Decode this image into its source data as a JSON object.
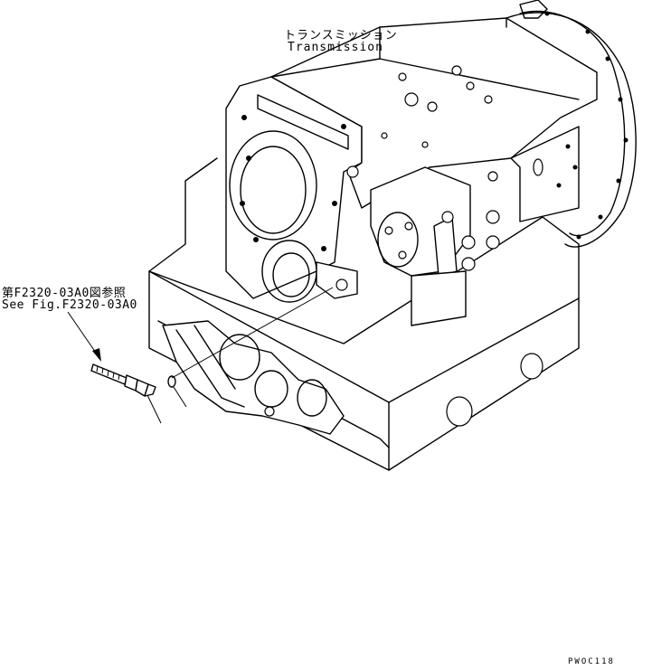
{
  "labels": {
    "transmission_jp": "トランスミッション",
    "transmission_en": "Transmission",
    "reference_jp": "第F2320-03A0図参照",
    "reference_en": "See Fig.F2320-03A0",
    "figure_code": "PWOC118"
  },
  "callouts": [
    {
      "name": "sensor-part",
      "points_to": "transmission-case"
    },
    {
      "name": "o-ring-part",
      "points_to": "transmission-case"
    }
  ]
}
